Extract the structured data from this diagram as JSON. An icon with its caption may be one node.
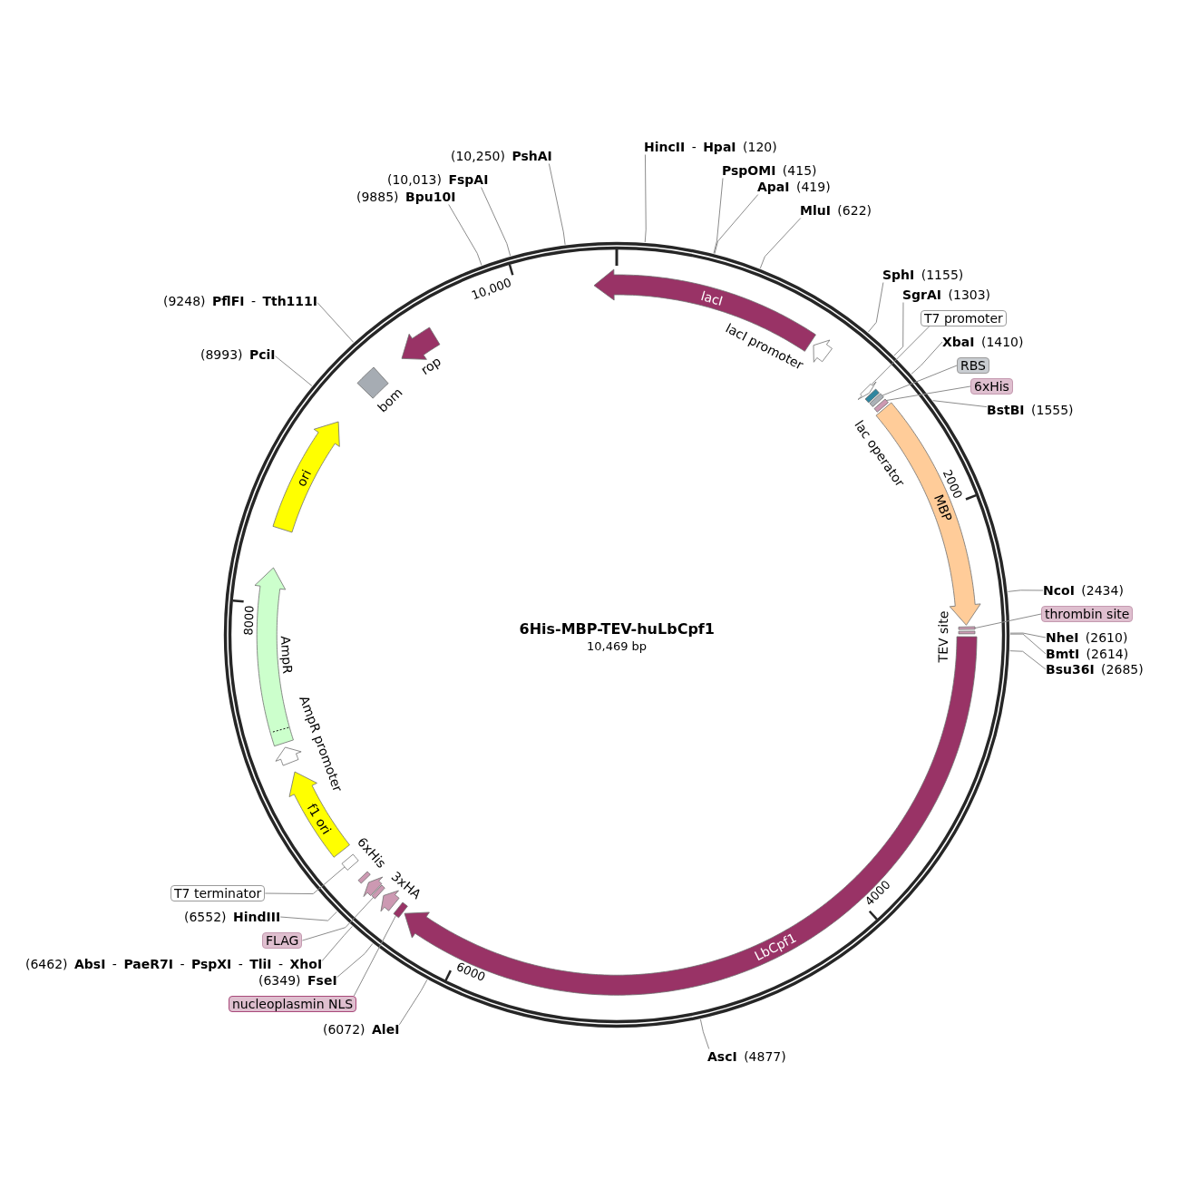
{
  "diagram": {
    "title": "6His-MBP-TEV-huLbCpf1",
    "nodes": [
      {
        "text": [
          "(10,250) **PshAI**"
        ]
      },
      {
        "text": [
          "**HincII** - **HpaI** (120)"
        ]
      },
      {
        "text": [
          "**PspOMI** (415)"
        ]
      },
      {
        "text": [
          "(10,013) **FspAI**"
        ]
      },
      {
        "text": [
          "**ApaI** (419)"
        ]
      },
      {
        "text": [
          "(9885) **Bpu10I**"
        ]
      },
      {
        "text": [
          "**MluI** (622)"
        ]
      },
      {
        "text": [
          "**SphI** (1155)"
        ]
      },
      {
        "text": [
          "**SgrAI** (1303)"
        ]
      },
      {
        "text": [
          "(9248) **PflFI** - **Tth111I**"
        ]
      },
      {
        "text": [
          "T7 promoter"
        ]
      },
      {
        "text": [
          "**XbaI** (1410)"
        ]
      },
      {
        "text": [
          "(8993) **PciI**"
        ]
      },
      {
        "text": [
          "RBS"
        ]
      },
      {
        "text": [
          "6xHis"
        ]
      },
      {
        "text": [
          "**BstBI** (1555)"
        ]
      },
      {
        "text": [
          "**NcoI** (2434)"
        ]
      },
      {
        "text": [
          "thrombin site"
        ]
      },
      {
        "text": [
          "**NheI** (2610)"
        ]
      },
      {
        "text": [
          "**BmtI** (2614)"
        ]
      },
      {
        "text": [
          "**Bsu36I** (2685)"
        ]
      },
      {
        "text": [
          "T7 terminator"
        ]
      },
      {
        "text": [
          "(6552) **HindIII**"
        ]
      },
      {
        "text": [
          "FLAG"
        ]
      },
      {
        "text": [
          "(6462) **AbsI** - **PaeR7I** - **PspXI** - **TliI** - **XhoI**"
        ]
      },
      {
        "text": [
          "(6349) **FseI**"
        ]
      },
      {
        "text": [
          "nucleoplasmin NLS"
        ]
      },
      {
        "text": [
          "(6072) **AleI**"
        ]
      },
      {
        "text": [
          "**AscI** (4877)"
        ]
      },
      {
        "text": [
          "lacI"
        ]
      },
      {
        "text": [
          "lacI promoter"
        ]
      },
      {
        "text": [],
        "shape": "arrow"
      },
      {
        "text": [
          "lac operator"
        ]
      },
      {
        "text": [],
        "shape": "box"
      },
      {
        "text": [],
        "shape": "box"
      },
      {
        "text": [
          "MBP"
        ]
      },
      {
        "text": [],
        "shape": "box"
      },
      {
        "text": [
          "TEV site"
        ]
      },
      {
        "text": [
          "LbCpf1"
        ]
      },
      {
        "text": [],
        "shape": "box"
      },
      {
        "text": [
          "3xHA"
        ]
      },
      {
        "text": [],
        "shape": "arrow"
      },
      {
        "text": [],
        "shape": "box"
      },
      {
        "text": [
          "6xHis"
        ]
      },
      {
        "text": [],
        "shape": "box"
      },
      {
        "text": [
          "f1 ori"
        ]
      },
      {
        "text": [
          "AmpR promoter"
        ]
      },
      {
        "text": [
          "AmpR"
        ]
      },
      {
        "text": [
          "ori"
        ]
      },
      {
        "text": [
          "bom"
        ]
      },
      {
        "text": [
          "rop"
        ]
      }
    ],
    "edges": [
      {
        "from": 0,
        "to": null,
        "arrow": "none"
      },
      {
        "from": 1,
        "to": null,
        "arrow": "none"
      },
      {
        "from": 2,
        "to": null,
        "arrow": "none"
      },
      {
        "from": 3,
        "to": null,
        "arrow": "none"
      },
      {
        "from": 4,
        "to": null,
        "arrow": "none"
      },
      {
        "from": 5,
        "to": null,
        "arrow": "none"
      },
      {
        "from": 6,
        "to": null,
        "arrow": "none"
      },
      {
        "from": 7,
        "to": null,
        "arrow": "none"
      },
      {
        "from": 8,
        "to": null,
        "arrow": "none"
      },
      {
        "from": 9,
        "to": null,
        "arrow": "none"
      },
      {
        "from": 10,
        "to": 31,
        "arrow": "none"
      },
      {
        "from": 11,
        "to": null,
        "arrow": "none"
      },
      {
        "from": 12,
        "to": null,
        "arrow": "none"
      },
      {
        "from": 13,
        "to": 33,
        "arrow": "none"
      },
      {
        "from": 14,
        "to": 34,
        "arrow": "none"
      },
      {
        "from": 15,
        "to": null,
        "arrow": "none"
      },
      {
        "from": 16,
        "to": null,
        "arrow": "none"
      },
      {
        "from": 17,
        "to": 36,
        "arrow": "none"
      },
      {
        "from": 18,
        "to": null,
        "arrow": "none"
      },
      {
        "from": 19,
        "to": null,
        "arrow": "none"
      },
      {
        "from": 20,
        "to": null,
        "arrow": "none"
      },
      {
        "from": 21,
        "to": 44,
        "arrow": "none"
      },
      {
        "from": 22,
        "to": null,
        "arrow": "none"
      },
      {
        "from": 23,
        "to": 42,
        "arrow": "none"
      },
      {
        "from": 24,
        "to": null,
        "arrow": "none"
      },
      {
        "from": 25,
        "to": null,
        "arrow": "none"
      },
      {
        "from": 26,
        "to": 39,
        "arrow": "none"
      },
      {
        "from": 27,
        "to": null,
        "arrow": "none"
      },
      {
        "from": 28,
        "to": null,
        "arrow": "none"
      }
    ],
    "labels": [
      "10,000",
      "2000",
      "8000",
      "10,469 bp",
      "4000",
      "6000"
    ]
  }
}
